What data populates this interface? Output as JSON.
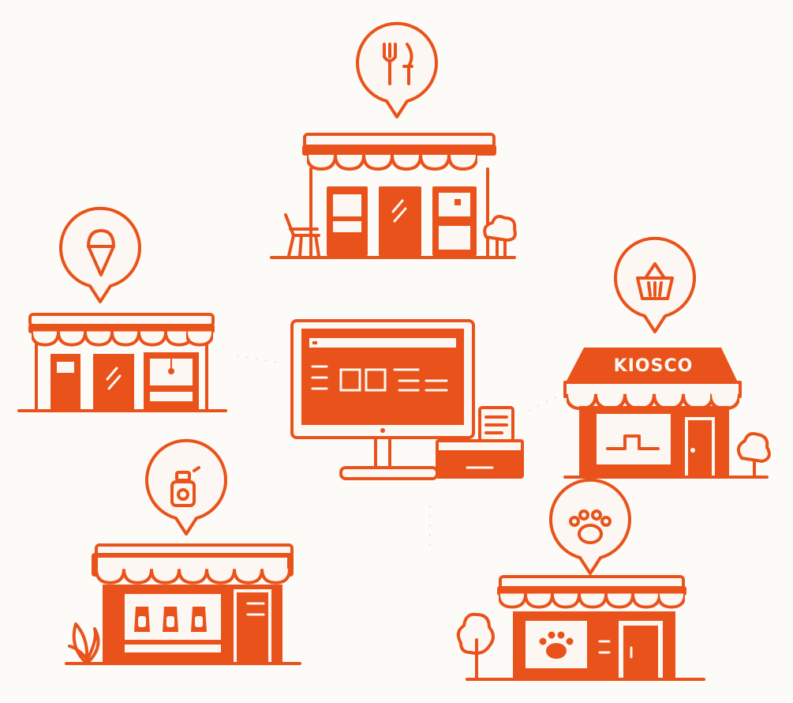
{
  "stores": [
    {
      "id": "restaurant",
      "pin_icon": "fork-knife-icon"
    },
    {
      "id": "ice-cream-shop",
      "pin_icon": "ice-cream-icon"
    },
    {
      "id": "kiosk",
      "pin_icon": "basket-icon",
      "sign": "KIOSCO"
    },
    {
      "id": "perfume-shop",
      "pin_icon": "perfume-bottle-icon"
    },
    {
      "id": "pet-shop",
      "pin_icon": "paw-icon"
    }
  ],
  "center": {
    "id": "pos-terminal",
    "icon": "computer-monitor-icon"
  },
  "colors": {
    "accent": "#e9531b",
    "background": "#fdfbf8",
    "cream": "#fcf7f2"
  }
}
